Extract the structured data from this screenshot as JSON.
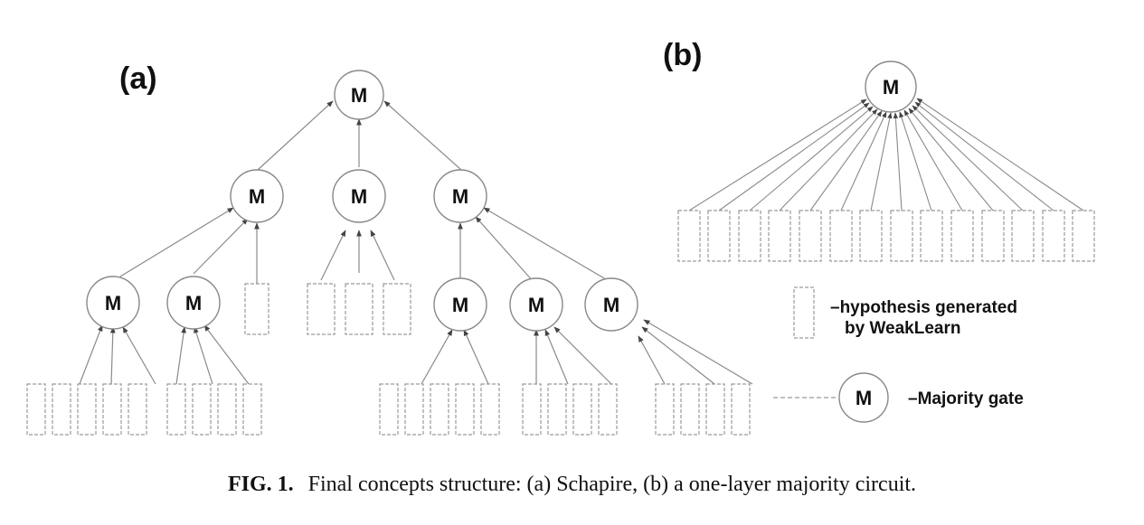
{
  "gate_symbol": "M",
  "panels": [
    {
      "id": "a",
      "label": "(a)"
    },
    {
      "id": "b",
      "label": "(b)"
    }
  ],
  "legend": {
    "hypothesis_line1": "–hypothesis generated",
    "hypothesis_line2": "by WeakLearn",
    "majority": "–Majority gate"
  },
  "caption": {
    "figure": "FIG. 1.",
    "text": "Final concepts structure: (a) Schapire, (b) a one-layer majority circuit."
  },
  "colors": {
    "ink": "#111111",
    "line": "#8a8a8a",
    "box": "#9a9a9a"
  }
}
